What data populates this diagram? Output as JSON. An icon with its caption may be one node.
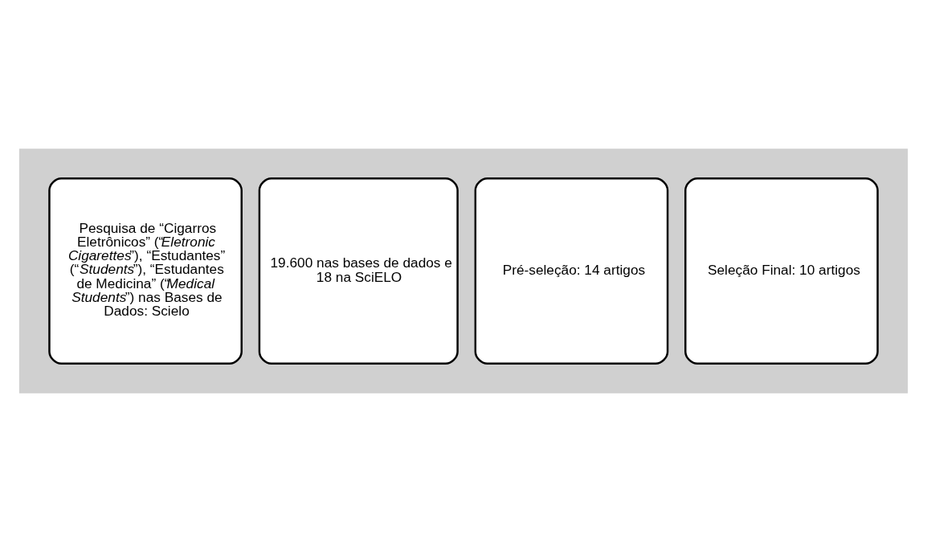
{
  "diagram": {
    "nodes": [
      {
        "text": [],
        "shape": "arrow"
      },
      {
        "text": [
          "Pesquisa de “Cigarros Eletrônicos” (“*Eletronic Cigarettes*”), “Estudantes” (“*Students*”), “Estudantes de Medicina” (“*Medical Students*”) nas Bases de Dados: Scielo"
        ],
        "in": 0
      },
      {
        "text": [
          "19.600 nas bases de dados e 18 na SciELO"
        ],
        "in": 0
      },
      {
        "text": [
          "Pré-seleção: 14 artigos"
        ],
        "in": 0
      },
      {
        "text": [
          "Seleção Final: 10 artigos"
        ],
        "in": 0
      }
    ],
    "edges": []
  }
}
